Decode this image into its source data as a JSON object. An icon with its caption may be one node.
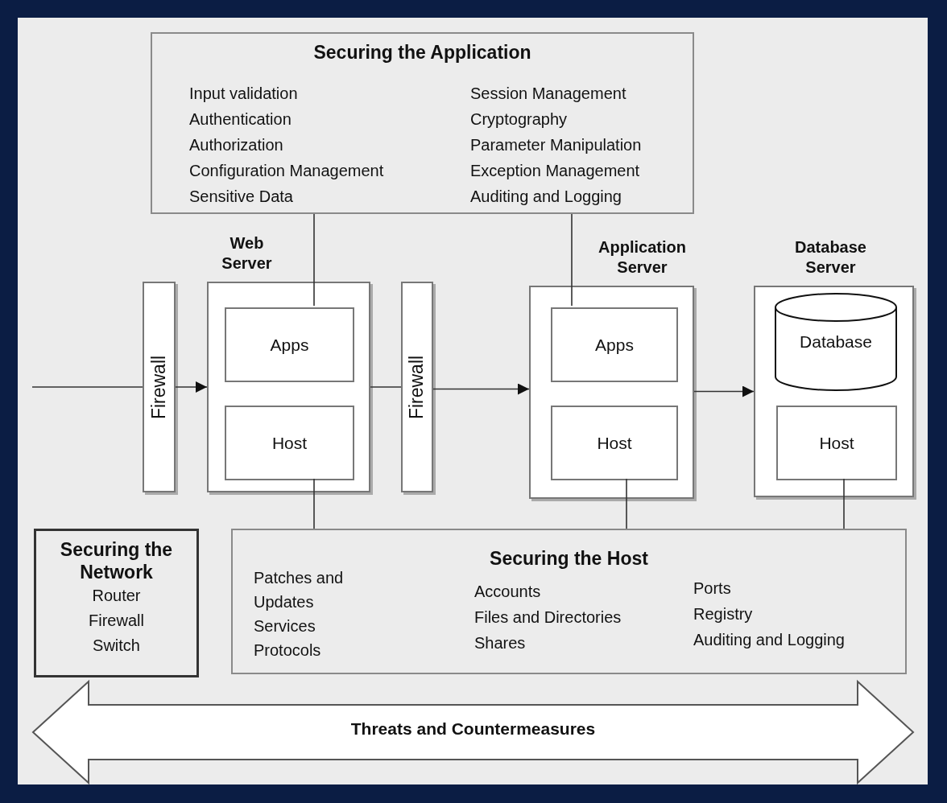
{
  "diagram": {
    "nodes": [
      {
        "text": [
          "Securing the Application",
          "Input validation",
          "Authentication",
          "Authorization",
          "Configuration Management",
          "Sensitive Data",
          "Session Management",
          "Cryptography",
          "Parameter Manipulation",
          "Exception Management",
          "Auditing and Logging"
        ]
      },
      {
        "text": [
          "Web Server"
        ]
      },
      {
        "text": [
          "Apps"
        ],
        "in": 1
      },
      {
        "text": [
          "Host"
        ],
        "in": 1
      },
      {
        "text": [
          "Firewall"
        ]
      },
      {
        "text": [
          "Firewall"
        ]
      },
      {
        "text": [
          "Application Server"
        ]
      },
      {
        "text": [
          "Apps"
        ],
        "in": 6
      },
      {
        "text": [
          "Host"
        ],
        "in": 6
      },
      {
        "text": [
          "Database Server"
        ]
      },
      {
        "text": [
          "Database"
        ],
        "in": 9
      },
      {
        "text": [
          "Host"
        ],
        "in": 9
      },
      {
        "text": [
          "Securing the Network",
          "Router",
          "Firewall",
          "Switch"
        ]
      },
      {
        "text": [
          "Securing the Host",
          "Patches and Updates",
          "Services",
          "Protocols",
          "Accounts",
          "Files and Directories",
          "Shares",
          "Ports",
          "Registry",
          "Auditing and Logging"
        ]
      },
      {
        "text": [
          "Threats and Countermeasures"
        ]
      }
    ],
    "edges": [
      {
        "from": null,
        "to": 4,
        "arrow": "none"
      },
      {
        "from": 4,
        "to": 1,
        "arrow": "to"
      },
      {
        "from": 1,
        "to": 5,
        "arrow": "none"
      },
      {
        "from": 5,
        "to": 6,
        "arrow": "to"
      },
      {
        "from": 6,
        "to": 9,
        "arrow": "to"
      },
      {
        "from": 0,
        "to": 2,
        "arrow": "none"
      },
      {
        "from": 0,
        "to": 7,
        "arrow": "none"
      },
      {
        "from": 3,
        "to": 13,
        "arrow": "none"
      },
      {
        "from": 8,
        "to": 13,
        "arrow": "none"
      },
      {
        "from": 11,
        "to": 13,
        "arrow": "none"
      }
    ]
  }
}
